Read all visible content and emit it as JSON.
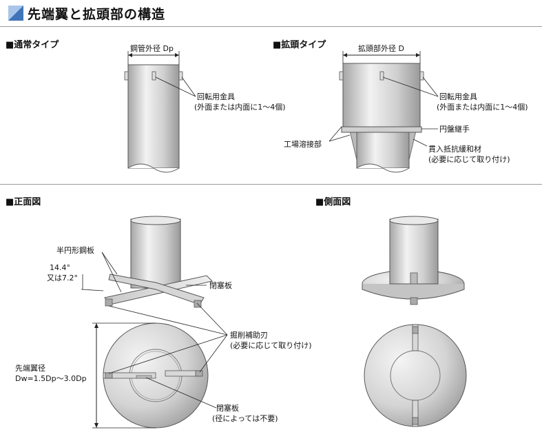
{
  "title": "先端翼と拡頭部の構造",
  "sections": {
    "normal": "■通常タイプ",
    "expanded": "■拡頭タイプ",
    "front": "■正面図",
    "side": "■側面図"
  },
  "labels": {
    "pipe_dia": "鋼管外径 Dp",
    "head_dia": "拡頭部外径 D",
    "rotation_fitting_1": "回転用金具",
    "rotation_fitting_1_note": "(外面または内面に1～4個)",
    "rotation_fitting_2": "回転用金具",
    "rotation_fitting_2_note": "(外面または内面に1～4個)",
    "disc_joint": "円盤継手",
    "field_weld": "工場溶接部",
    "penetration_material": "貫入抵抗緩和材",
    "penetration_note": "(必要に応じて取り付け)",
    "half_circle_plate": "半円形鋼板",
    "angle_1": "14.4°",
    "angle_2": "又は7.2°",
    "closing_plate_1": "閉塞板",
    "cutting_blade": "掘削補助刃",
    "cutting_blade_note": "(必要に応じて取り付け)",
    "wing_dia": "先端翼径",
    "wing_dia_value": "Dw=1.5Dp～3.0Dp",
    "closing_plate_2": "閉塞板",
    "closing_plate_2_note": "(径によっては不要)"
  },
  "colors": {
    "accent_blue": "#4a7fc1",
    "metal_light": "#e6e6e6",
    "metal_mid": "#bdbdbd",
    "metal_dark": "#8a8a8a"
  },
  "icons": {
    "title_mark": "blue-triangle-square-icon"
  }
}
